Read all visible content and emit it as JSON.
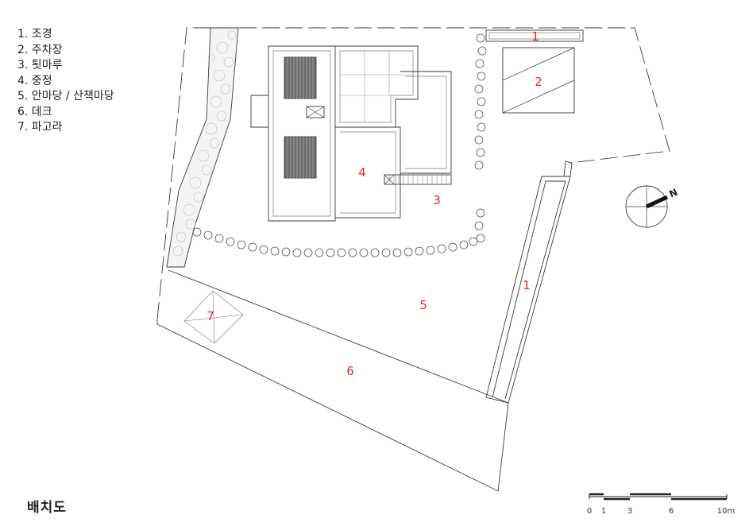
{
  "legend": [
    "1. 조경",
    "2. 주차장",
    "3. 툇마루",
    "4. 중정",
    "5. 안마당 / 산책마당",
    "6. 데크",
    "7. 파고라"
  ],
  "caption": "배치도",
  "zones": [
    "1",
    "2",
    "4",
    "3",
    "1",
    "5",
    "7",
    "6"
  ],
  "north_label": "N",
  "scale_ticks": [
    "0",
    "1",
    "3",
    "6",
    "10m"
  ],
  "colors": {
    "zone_number": "#e8262d",
    "line": "#3a3a3a"
  }
}
